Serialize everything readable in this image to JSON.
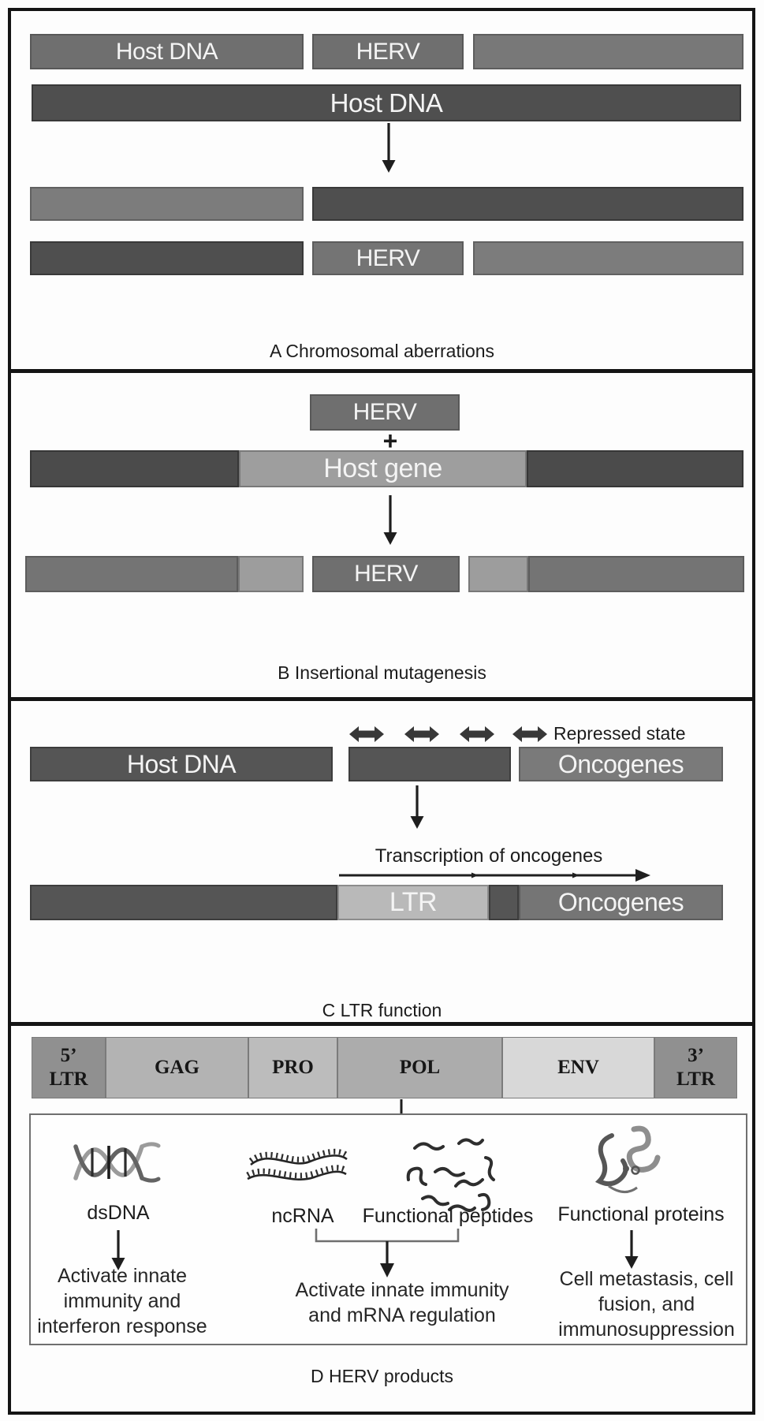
{
  "figure": {
    "panel_a": {
      "caption": "A Chromosomal aberrations",
      "top_row": {
        "host_dna_label": "Host DNA",
        "herv_label": "HERV"
      },
      "full_bar_label": "Host DNA",
      "result_row": {
        "herv_label": "HERV"
      }
    },
    "panel_b": {
      "caption": "B Insertional mutagenesis",
      "herv_box_label": "HERV",
      "plus_sign": "+",
      "host_gene_label": "Host gene",
      "result_herv_label": "HERV"
    },
    "panel_c": {
      "caption": "C LTR function",
      "repressed_state_label": "Repressed state",
      "host_dna_label": "Host DNA",
      "oncogenes_top_label": "Oncogenes",
      "transcription_label": "Transcription of oncogenes",
      "ltr_label": "LTR",
      "oncogenes_bottom_label": "Oncogenes"
    },
    "panel_d": {
      "caption": "D HERV products",
      "provirus": [
        {
          "top": "5’",
          "bottom": "LTR"
        },
        {
          "top": "GAG"
        },
        {
          "top": "PRO"
        },
        {
          "top": "POL"
        },
        {
          "top": "ENV"
        },
        {
          "top": "3’",
          "bottom": "LTR"
        }
      ],
      "products": {
        "dsdna": {
          "label": "dsDNA",
          "outcome_lines": [
            "Activate innate",
            "immunity and",
            "interferon response"
          ]
        },
        "ncrna": {
          "label": "ncRNA"
        },
        "peptides": {
          "label": "Functional peptides"
        },
        "combined_outcome_lines": [
          "Activate innate immunity",
          "and mRNA regulation"
        ],
        "proteins": {
          "label": "Functional proteins",
          "outcome_lines": [
            "Cell metastasis, cell",
            "fusion, and",
            "immunosuppression"
          ]
        }
      }
    }
  },
  "palette": {
    "bar_dark": "#4f4f4f",
    "bar_medium": "#6f6f6f",
    "bar_soft": "#7c7c7c",
    "bar_light": "#9d9d9d",
    "ltr_light": "#b9b9b9",
    "provirus_ltr": "#909090",
    "provirus_gag": "#b3b3b3",
    "provirus_pro": "#bcbcbc",
    "provirus_pol": "#acacac",
    "provirus_env": "#d8d8d8",
    "ink": "#141414"
  }
}
